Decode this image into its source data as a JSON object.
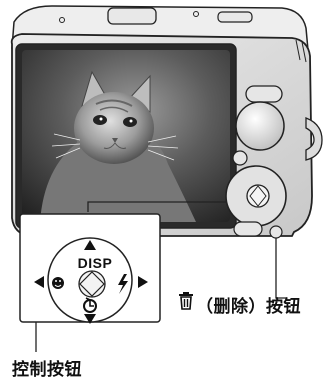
{
  "labels": {
    "delete_button": "（删除）按钮",
    "control_button": "控制按钮",
    "disp": "DISP"
  },
  "icons": {
    "delete": "trash-icon",
    "left_function": "smile-face-icon",
    "right_function": "flash-icon",
    "bottom_function": "self-timer-icon",
    "center": "center-button-icon"
  },
  "colors": {
    "background": "#ffffff",
    "camera_body": "#d9d9d9",
    "camera_outline": "#222222",
    "screen": "#2b2b2b",
    "control_pad_fill": "#ffffff",
    "callout_line": "#222222"
  }
}
